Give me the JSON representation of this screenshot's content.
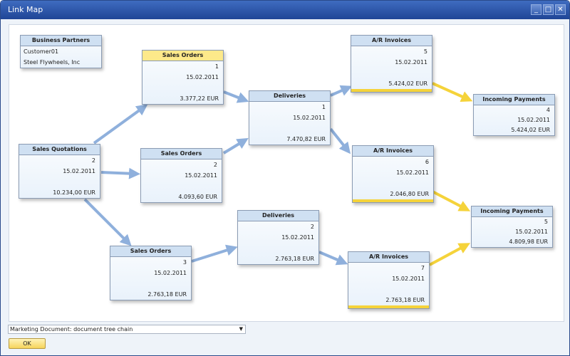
{
  "window": {
    "title": "Link Map",
    "controls": [
      "minimize",
      "maximize",
      "close"
    ]
  },
  "nodes": {
    "bp": {
      "title": "Business Partners",
      "code": "Customer01",
      "name": "Steel Flywheels, Inc"
    },
    "so1": {
      "title": "Sales Orders",
      "num": "1",
      "date": "15.02.2011",
      "amount": "3.377,22 EUR"
    },
    "del1": {
      "title": "Deliveries",
      "num": "1",
      "date": "15.02.2011",
      "amount": "7.470,82 EUR"
    },
    "ar5": {
      "title": "A/R Invoices",
      "num": "5",
      "date": "15.02.2011",
      "amount": "5.424,02 EUR"
    },
    "ip4": {
      "title": "Incoming Payments",
      "num": "4",
      "date": "15.02.2011",
      "amount": "5.424,02 EUR"
    },
    "sq": {
      "title": "Sales Quotations",
      "num": "2",
      "date": "15.02.2011",
      "amount": "10.234,00 EUR"
    },
    "so2": {
      "title": "Sales Orders",
      "num": "2",
      "date": "15.02.2011",
      "amount": "4.093,60 EUR"
    },
    "ar6": {
      "title": "A/R Invoices",
      "num": "6",
      "date": "15.02.2011",
      "amount": "2.046,80 EUR"
    },
    "ip5": {
      "title": "Incoming Payments",
      "num": "5",
      "date": "15.02.2011",
      "amount": "4.809,98 EUR"
    },
    "del2": {
      "title": "Deliveries",
      "num": "2",
      "date": "15.02.2011",
      "amount": "2.763,18 EUR"
    },
    "so3": {
      "title": "Sales Orders",
      "num": "3",
      "date": "15.02.2011",
      "amount": "2.763,18 EUR"
    },
    "ar7": {
      "title": "A/R Invoices",
      "num": "7",
      "date": "15.02.2011",
      "amount": "2.763,18 EUR"
    }
  },
  "colors": {
    "link": "#8fb0dc",
    "payment_link": "#f5d33a"
  },
  "footer": {
    "view_select": "Marketing Document: document tree chain",
    "ok_label": "OK"
  }
}
